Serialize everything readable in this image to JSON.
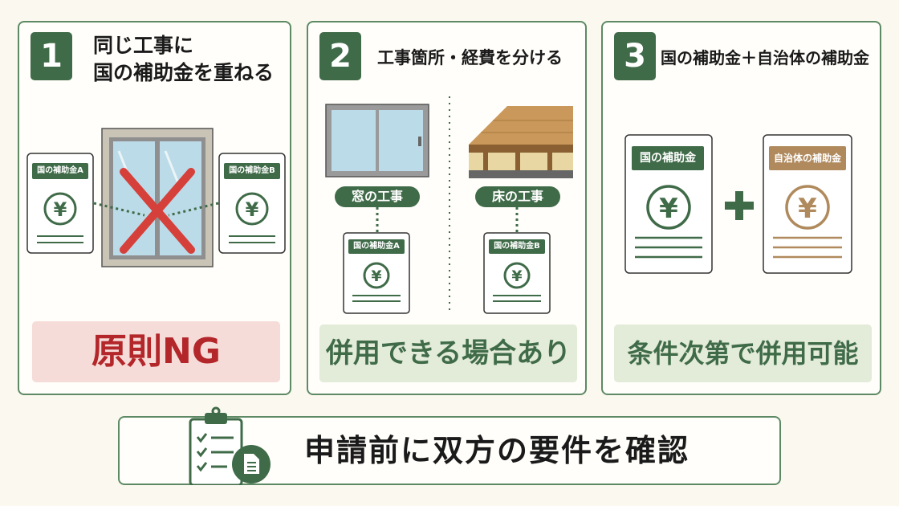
{
  "panels": [
    {
      "number": "1",
      "title_line1": "同じ工事に",
      "title_line2": "国の補助金を重ねる",
      "doc_a_label": "国の補助金A",
      "doc_b_label": "国の補助金B",
      "result": "原則NG"
    },
    {
      "number": "2",
      "title": "工事箇所・経費を分ける",
      "tag_window": "窓の工事",
      "tag_floor": "床の工事",
      "doc_a_label": "国の補助金A",
      "doc_b_label": "国の補助金B",
      "result": "併用できる場合あり"
    },
    {
      "number": "3",
      "title": "国の補助金＋自治体の補助金",
      "doc_national_label": "国の補助金",
      "doc_local_label": "自治体の補助金",
      "result": "条件次第で併用可能"
    }
  ],
  "bottom_message": "申請前に双方の要件を確認",
  "colors": {
    "green": "#3f6b48",
    "border_green": "#5d8a64",
    "red": "#b3262a",
    "tan": "#b08a5d",
    "result_ng_bg": "#f6dcd8",
    "result_ok_bg": "#e3ebd9"
  }
}
